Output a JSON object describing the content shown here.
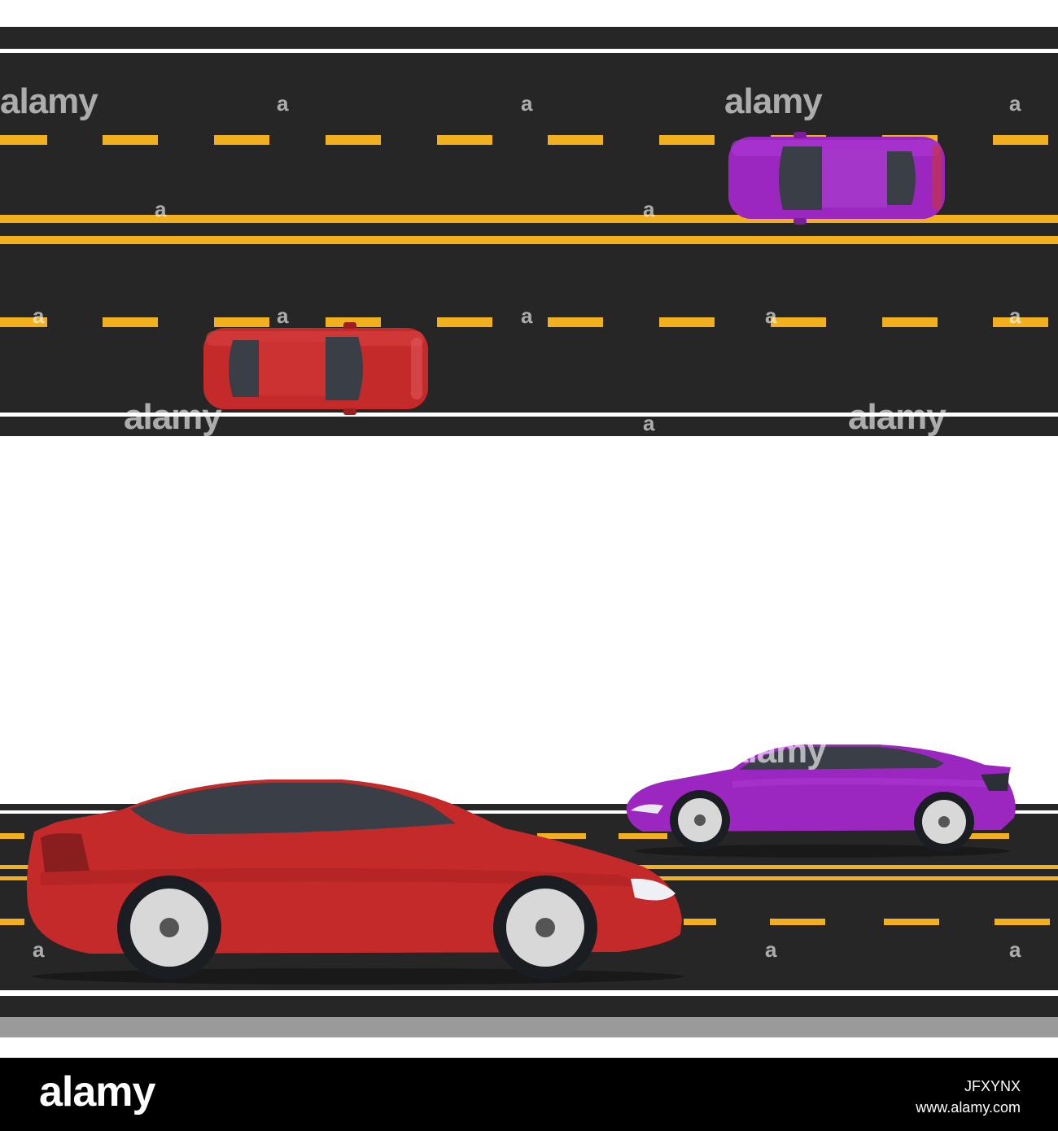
{
  "scene": {
    "colors": {
      "asphalt": "#262626",
      "lane_yellow": "#f2b01e",
      "edge_white": "#ffffff",
      "red_car": "#c42a2a",
      "purple_car": "#9b27c0",
      "window_dark": "#3a3f47",
      "curb_gray": "#9a9a9a"
    },
    "cars": [
      {
        "name": "purple-car-top-view",
        "color": "purple"
      },
      {
        "name": "red-car-top-view",
        "color": "red"
      },
      {
        "name": "purple-car-side-view",
        "color": "purple"
      },
      {
        "name": "red-car-side-view",
        "color": "red"
      }
    ]
  },
  "watermark": {
    "text": "alamy",
    "mark": "a"
  },
  "footer": {
    "logo": "alamy",
    "image_id": "JFXYNX",
    "site": "www.alamy.com"
  }
}
